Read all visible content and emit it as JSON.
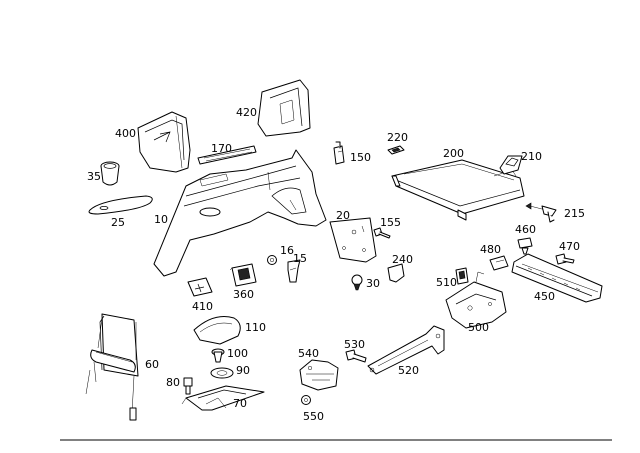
{
  "diagram": {
    "callouts": [
      {
        "id": "c10",
        "label": "10"
      },
      {
        "id": "c15",
        "label": "15"
      },
      {
        "id": "c16",
        "label": "16"
      },
      {
        "id": "c20",
        "label": "20"
      },
      {
        "id": "c25",
        "label": "25"
      },
      {
        "id": "c30",
        "label": "30"
      },
      {
        "id": "c35",
        "label": "35"
      },
      {
        "id": "c60",
        "label": "60"
      },
      {
        "id": "c70",
        "label": "70"
      },
      {
        "id": "c80",
        "label": "80"
      },
      {
        "id": "c90",
        "label": "90"
      },
      {
        "id": "c100",
        "label": "100"
      },
      {
        "id": "c110",
        "label": "110"
      },
      {
        "id": "c150",
        "label": "150"
      },
      {
        "id": "c155",
        "label": "155"
      },
      {
        "id": "c170",
        "label": "170"
      },
      {
        "id": "c200",
        "label": "200"
      },
      {
        "id": "c210",
        "label": "210"
      },
      {
        "id": "c215",
        "label": "215"
      },
      {
        "id": "c220",
        "label": "220"
      },
      {
        "id": "c240",
        "label": "240"
      },
      {
        "id": "c360",
        "label": "360"
      },
      {
        "id": "c400",
        "label": "400"
      },
      {
        "id": "c410",
        "label": "410"
      },
      {
        "id": "c420",
        "label": "420"
      },
      {
        "id": "c450",
        "label": "450"
      },
      {
        "id": "c460",
        "label": "460"
      },
      {
        "id": "c470",
        "label": "470"
      },
      {
        "id": "c480",
        "label": "480"
      },
      {
        "id": "c500",
        "label": "500"
      },
      {
        "id": "c510",
        "label": "510"
      },
      {
        "id": "c520",
        "label": "520"
      },
      {
        "id": "c530",
        "label": "530"
      },
      {
        "id": "c540",
        "label": "540"
      },
      {
        "id": "c550",
        "label": "550"
      }
    ]
  }
}
